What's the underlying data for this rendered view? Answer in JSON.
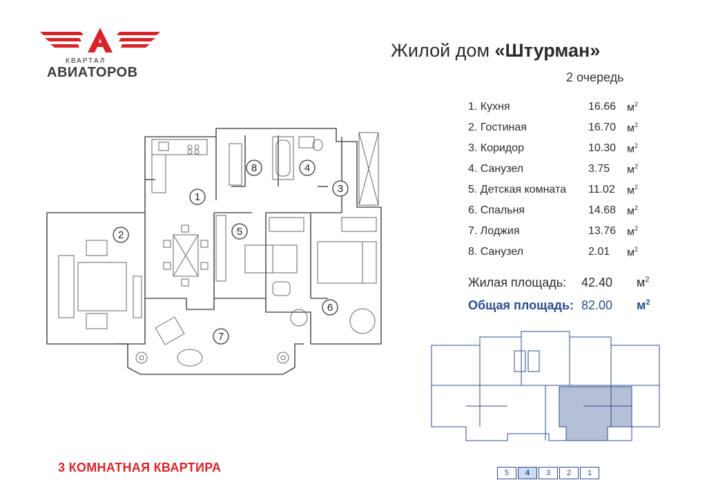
{
  "brand": {
    "logo_letter": "А",
    "logo_sub": "КВАРТАЛ",
    "logo_main": "АВИАТОРОВ",
    "red": "#d8232a"
  },
  "header": {
    "title_prefix": "Жилой дом",
    "title_name": "«Штурман»",
    "queue": "2 очередь"
  },
  "rooms": [
    {
      "name": "1.  Кухня",
      "area": "16.66",
      "unit": "м",
      "exp": "2"
    },
    {
      "name": "2. Гостиная",
      "area": "16.70",
      "unit": "м",
      "exp": "2"
    },
    {
      "name": "3. Коридор",
      "area": "10.30",
      "unit": "м",
      "exp": "2"
    },
    {
      "name": "4. Санузел",
      "area": "3.75",
      "unit": "м",
      "exp": "2"
    },
    {
      "name": "5. Детская комната",
      "area": "11.02",
      "unit": "м",
      "exp": "2"
    },
    {
      "name": "6. Спальня",
      "area": "14.68",
      "unit": "м",
      "exp": "2"
    },
    {
      "name": "7. Лоджия",
      "area": "13.76",
      "unit": "м",
      "exp": "2"
    },
    {
      "name": "8. Санузел",
      "area": "2.01",
      "unit": "м",
      "exp": "2"
    }
  ],
  "summary": {
    "living_label": "Жилая площадь:",
    "living_value": "42.40",
    "total_label": "Общая площадь:",
    "total_value": "82.00",
    "unit": "м",
    "exp": "2",
    "total_color": "#2a4b8d"
  },
  "plan_labels": [
    "1",
    "2",
    "3",
    "4",
    "5",
    "6",
    "7",
    "8"
  ],
  "apartment_type": "3 КОМНАТНАЯ КВАРТИРА",
  "sections": [
    "5",
    "4",
    "3",
    "2",
    "1"
  ],
  "active_section": "4"
}
